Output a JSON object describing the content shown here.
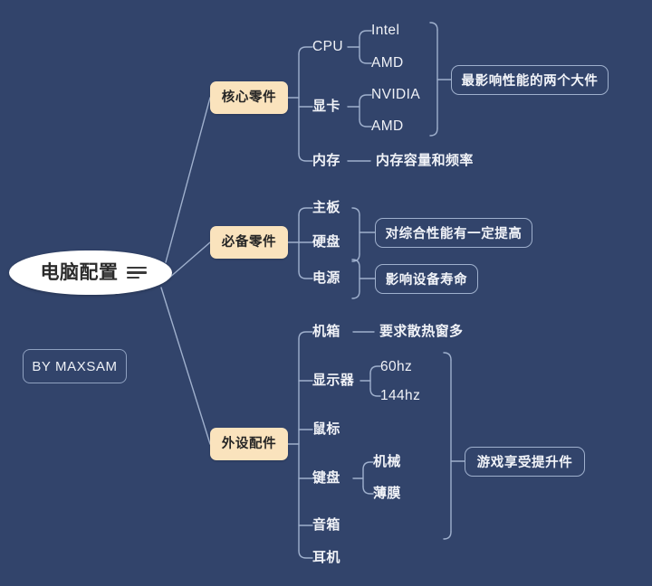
{
  "canvas": {
    "background": "#32446b",
    "node_fill": "#fae3bd",
    "root_fill": "#ffffff",
    "line_color": "#9fb0cd",
    "text_color": "#f0f2f7"
  },
  "root": {
    "label": "电脑配置",
    "icon": "hamburger-menu-icon"
  },
  "credit": {
    "label": "BY MAXSAM"
  },
  "branches": [
    {
      "label": "核心零件",
      "children": [
        {
          "label": "CPU",
          "children": [
            {
              "label": "Intel"
            },
            {
              "label": "AMD"
            }
          ]
        },
        {
          "label": "显卡",
          "children": [
            {
              "label": "NVIDIA"
            },
            {
              "label": "AMD"
            }
          ]
        },
        {
          "label": "内存",
          "children": [
            {
              "label": "内存容量和频率"
            }
          ]
        }
      ],
      "summaries": [
        {
          "label": "最影响性能的两个大件"
        }
      ]
    },
    {
      "label": "必备零件",
      "children": [
        {
          "label": "主板"
        },
        {
          "label": "硬盘"
        },
        {
          "label": "电源"
        }
      ],
      "summaries": [
        {
          "label": "对综合性能有一定提高"
        },
        {
          "label": "影响设备寿命"
        }
      ]
    },
    {
      "label": "外设配件",
      "children": [
        {
          "label": "机箱",
          "children": [
            {
              "label": "要求散热窗多"
            }
          ]
        },
        {
          "label": "显示器",
          "children": [
            {
              "label": "60hz"
            },
            {
              "label": "144hz"
            }
          ]
        },
        {
          "label": "鼠标"
        },
        {
          "label": "键盘",
          "children": [
            {
              "label": "机械"
            },
            {
              "label": "薄膜"
            }
          ]
        },
        {
          "label": "音箱"
        },
        {
          "label": "耳机"
        }
      ],
      "summaries": [
        {
          "label": "游戏享受提升件"
        }
      ]
    }
  ]
}
